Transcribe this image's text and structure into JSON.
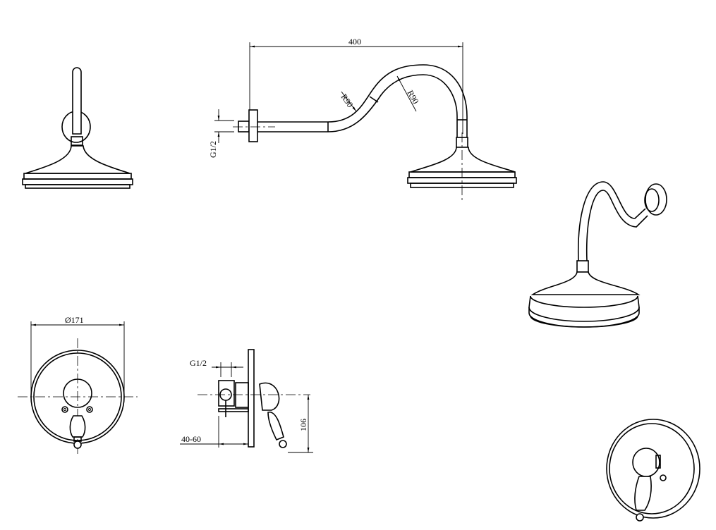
{
  "dimensions": {
    "arm_length": "400",
    "bend_radius_1": "R90",
    "bend_radius_2": "R90",
    "arm_thread": "G1/2",
    "plate_diameter": "Ø171",
    "valve_thread": "G1/2",
    "wall_depth": "40-60",
    "handle_height": "106"
  }
}
